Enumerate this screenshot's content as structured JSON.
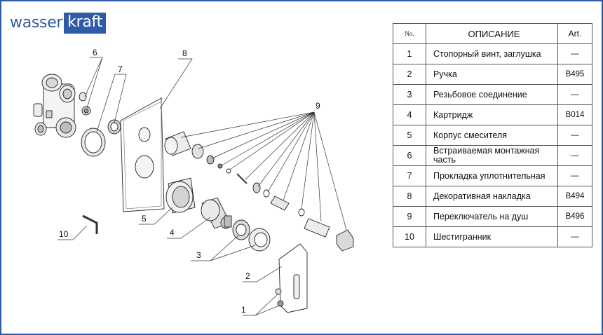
{
  "brand": {
    "part1": "wasser",
    "part2": "kraft"
  },
  "colors": {
    "frame": "#2f5aa8",
    "brand": "#2f5aa8"
  },
  "table": {
    "headers": {
      "no": "No.",
      "desc": "ОПИСАНИЕ",
      "art": "Art."
    },
    "rows": [
      {
        "no": "1",
        "desc": "Стопорный винт, заглушка",
        "art": "—"
      },
      {
        "no": "2",
        "desc": "Ручка",
        "art": "B495"
      },
      {
        "no": "3",
        "desc": "Резьбовое соединение",
        "art": "—"
      },
      {
        "no": "4",
        "desc": "Картридж",
        "art": "B014"
      },
      {
        "no": "5",
        "desc": "Корпус смесителя",
        "art": "—"
      },
      {
        "no": "6",
        "desc": "Встраиваемая монтажная часть",
        "art": "—"
      },
      {
        "no": "7",
        "desc": "Прокладка уплотнительная",
        "art": "—"
      },
      {
        "no": "8",
        "desc": "Декоративная накладка",
        "art": "B494"
      },
      {
        "no": "9",
        "desc": "Переключатель на душ",
        "art": "B496"
      },
      {
        "no": "10",
        "desc": "Шестигранник",
        "art": "—"
      }
    ]
  },
  "callouts": {
    "c1": "1",
    "c2": "2",
    "c3": "3",
    "c4": "4",
    "c5": "5",
    "c6": "6",
    "c7": "7",
    "c8": "8",
    "c9": "9",
    "c10": "10"
  }
}
